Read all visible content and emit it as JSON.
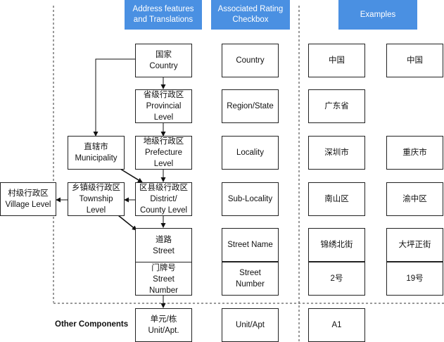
{
  "headers": {
    "features": "Address features\nand Translations",
    "rating": "Associated Rating\nCheckbox",
    "examples": "Examples"
  },
  "features": {
    "country": "国家\nCountry",
    "provincial": "省级行政区\nProvincial\nLevel",
    "prefecture": "地级行政区\nPrefecture\nLevel",
    "municipality": "直辖市\nMunicipality",
    "district": "区县级行政区\nDistrict/\nCounty Level",
    "township": "乡镇级行政区\nTownship\nLevel",
    "village": "村级行政区\nVillage Level",
    "street": "道路\nStreet",
    "street_number": "门牌号\nStreet\nNumber",
    "unit": "单元/栋\nUnit/Apt."
  },
  "rating": {
    "country": "Country",
    "region": "Region/State",
    "locality": "Locality",
    "sublocality": "Sub-Locality",
    "street_name": "Street Name",
    "street_number": "Street\nNumber",
    "unit": "Unit/Apt"
  },
  "examples": {
    "col1": {
      "country": "中国",
      "province": "广东省",
      "locality": "深圳市",
      "sublocality": "南山区",
      "street": "锦绣北街",
      "number": "2号",
      "unit": "A1"
    },
    "col2": {
      "country": "中国",
      "locality": "重庆市",
      "sublocality": "渝中区",
      "street": "大坪正街",
      "number": "19号"
    }
  },
  "other_components_label": "Other Components"
}
